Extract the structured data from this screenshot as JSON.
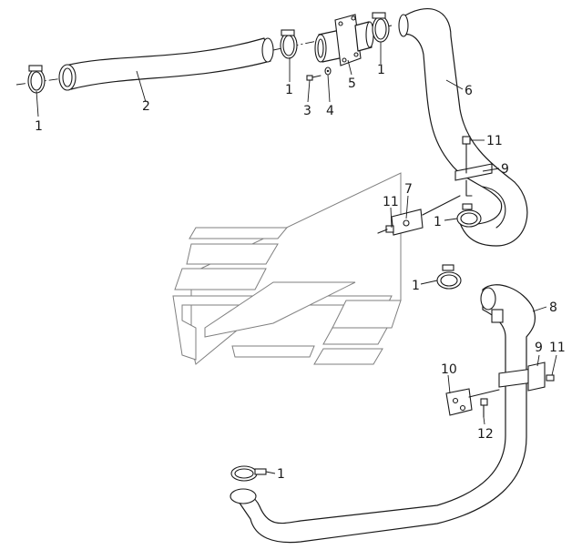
{
  "callouts": {
    "c1a": "1",
    "c2": "2",
    "c1b": "1",
    "c3": "3",
    "c4": "4",
    "c5": "5",
    "c1c": "1",
    "c6": "6",
    "c11a": "11",
    "c9a": "9",
    "c11b": "11",
    "c7": "7",
    "c1d": "1",
    "c1e": "1",
    "c8": "8",
    "c9b": "9",
    "c11c": "11",
    "c10": "10",
    "c12": "12",
    "c1f": "1"
  }
}
